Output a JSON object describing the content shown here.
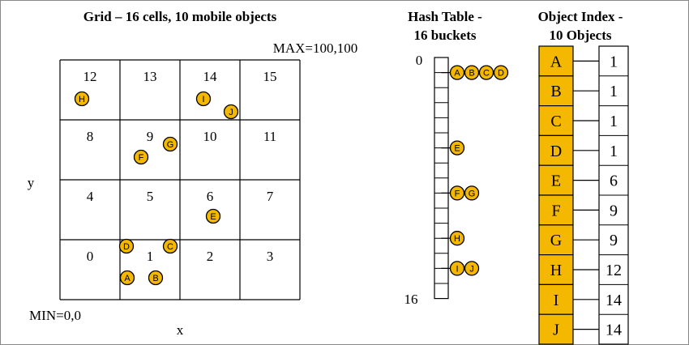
{
  "grid_panel": {
    "title": "Grid – 16 cells, 10 mobile objects",
    "max_label": "MAX=100,100",
    "min_label": "MIN=0,0",
    "y_label": "y",
    "x_label": "x",
    "cells": [
      "0",
      "1",
      "2",
      "3",
      "4",
      "5",
      "6",
      "7",
      "8",
      "9",
      "10",
      "11",
      "12",
      "13",
      "14",
      "15"
    ],
    "objects": [
      {
        "id": "A",
        "cell": 1
      },
      {
        "id": "B",
        "cell": 1
      },
      {
        "id": "C",
        "cell": 1
      },
      {
        "id": "D",
        "cell": 1
      },
      {
        "id": "E",
        "cell": 6
      },
      {
        "id": "F",
        "cell": 9
      },
      {
        "id": "G",
        "cell": 9
      },
      {
        "id": "H",
        "cell": 12
      },
      {
        "id": "I",
        "cell": 14
      },
      {
        "id": "J",
        "cell": 14
      }
    ]
  },
  "hash_panel": {
    "title_line1": "Hash Table -",
    "title_line2": "16 buckets",
    "top_index": "0",
    "bottom_index": "16",
    "bucket_count": 16,
    "chains": [
      {
        "bucket": 1,
        "objects": [
          "A",
          "B",
          "C",
          "D"
        ]
      },
      {
        "bucket": 6,
        "objects": [
          "E"
        ]
      },
      {
        "bucket": 9,
        "objects": [
          "F",
          "G"
        ]
      },
      {
        "bucket": 12,
        "objects": [
          "H"
        ]
      },
      {
        "bucket": 14,
        "objects": [
          "I",
          "J"
        ]
      }
    ]
  },
  "index_panel": {
    "title_line1": "Object Index -",
    "title_line2": "10 Objects",
    "rows": [
      {
        "id": "A",
        "cell": "1"
      },
      {
        "id": "B",
        "cell": "1"
      },
      {
        "id": "C",
        "cell": "1"
      },
      {
        "id": "D",
        "cell": "1"
      },
      {
        "id": "E",
        "cell": "6"
      },
      {
        "id": "F",
        "cell": "9"
      },
      {
        "id": "G",
        "cell": "9"
      },
      {
        "id": "H",
        "cell": "12"
      },
      {
        "id": "I",
        "cell": "14"
      },
      {
        "id": "J",
        "cell": "14"
      }
    ]
  },
  "colors": {
    "object_fill": "#F5B800",
    "stroke": "#000000",
    "background": "#FFFFFF",
    "border": "#888888"
  }
}
